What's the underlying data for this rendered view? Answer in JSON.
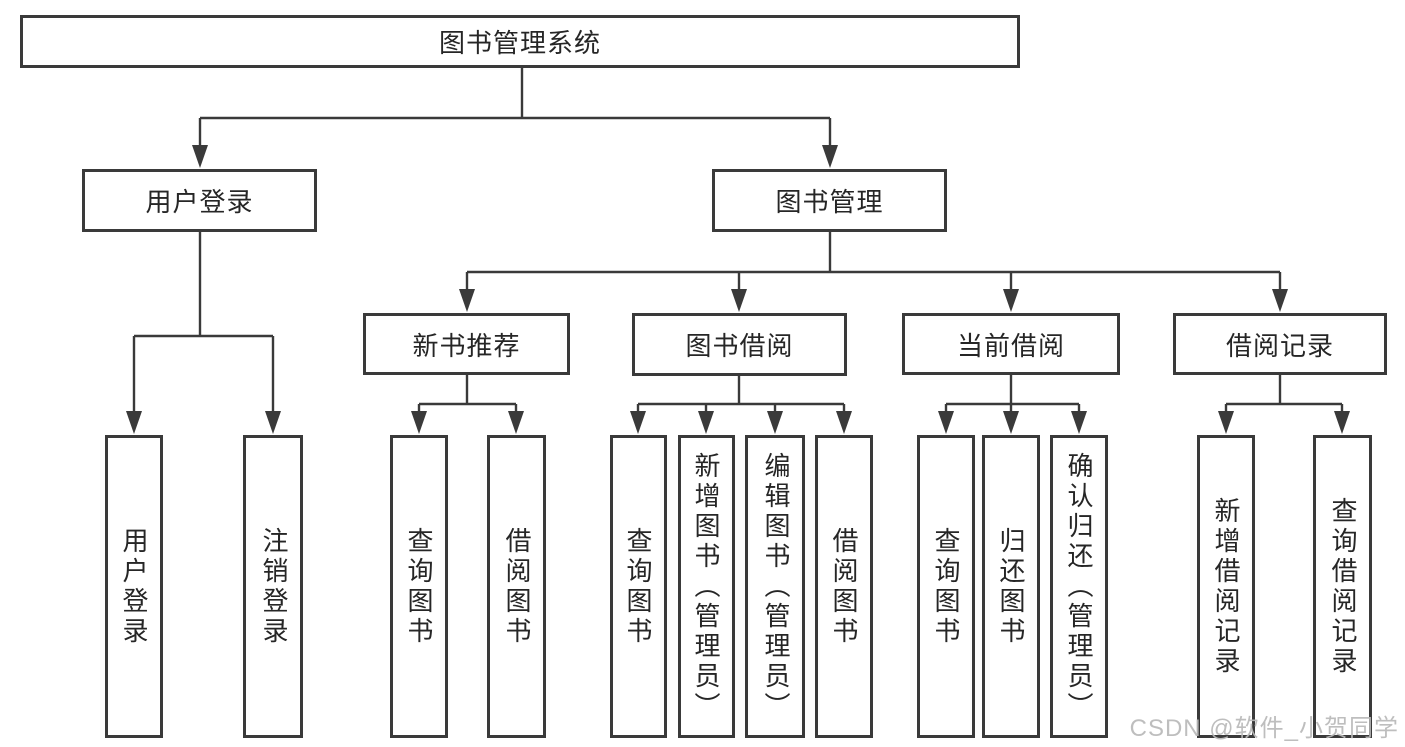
{
  "tree": {
    "label": "图书管理系统",
    "children": [
      {
        "label": "用户登录",
        "children": [
          {
            "label": "用户登录"
          },
          {
            "label": "注销登录"
          }
        ]
      },
      {
        "label": "图书管理",
        "children": [
          {
            "label": "新书推荐",
            "children": [
              {
                "label": "查询图书"
              },
              {
                "label": "借阅图书"
              }
            ]
          },
          {
            "label": "图书借阅",
            "children": [
              {
                "label": "查询图书"
              },
              {
                "label": "新增图书（管理员）"
              },
              {
                "label": "编辑图书（管理员）"
              },
              {
                "label": "借阅图书"
              }
            ]
          },
          {
            "label": "当前借阅",
            "children": [
              {
                "label": "查询图书"
              },
              {
                "label": "归还图书"
              },
              {
                "label": "确认归还（管理员）"
              }
            ]
          },
          {
            "label": "借阅记录",
            "children": [
              {
                "label": "新增借阅记录"
              },
              {
                "label": "查询借阅记录"
              }
            ]
          }
        ]
      }
    ]
  },
  "watermark": {
    "text": "CSDN @软件_小贺同学"
  },
  "colors": {
    "background": "#ffffff",
    "box_border": "#3a3a3a",
    "connector_line": "#3a3a3a",
    "text": "#262626",
    "watermark_text": "#b9b9b9"
  }
}
